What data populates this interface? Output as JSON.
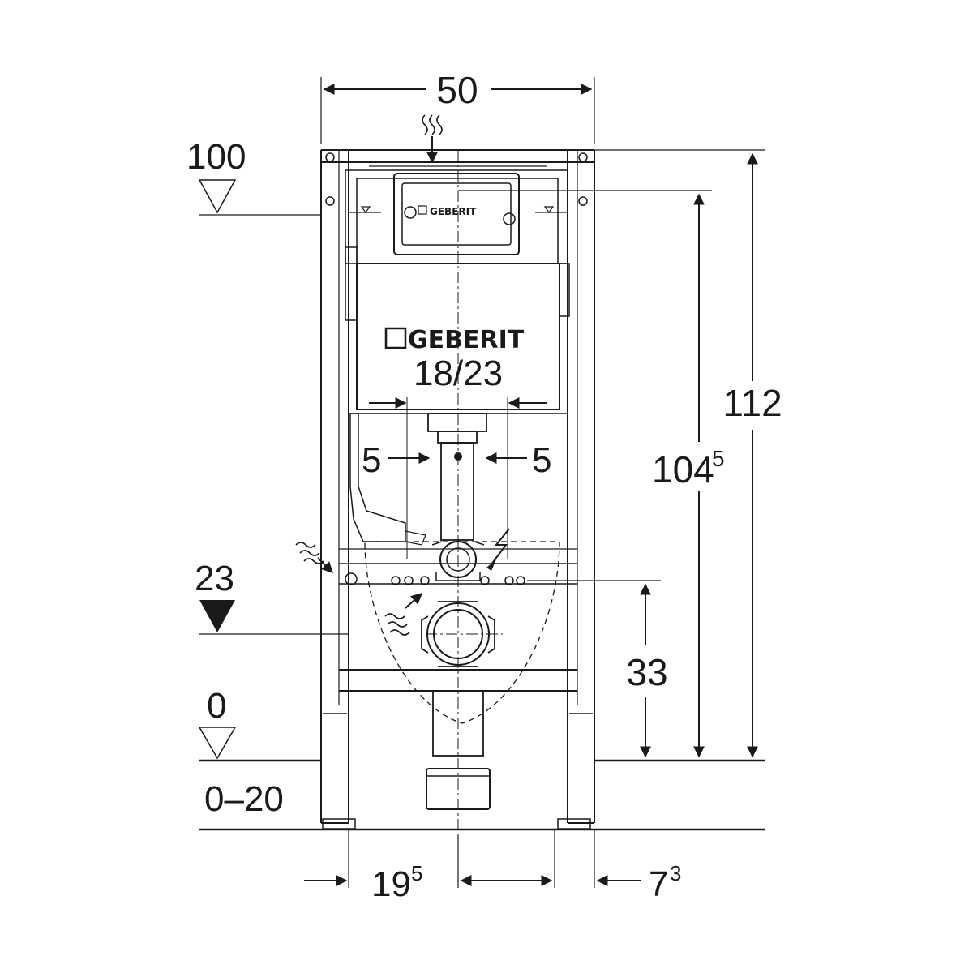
{
  "dimensions": {
    "width": "50",
    "height_total": "112",
    "height_actuation_main": "104",
    "height_actuation_sup": "5",
    "height_supply": "33",
    "cistern_size": "18/23",
    "offset_left": "5",
    "offset_right": "5",
    "left_offset_main": "19",
    "left_offset_sup": "5",
    "right_offset_main": "7",
    "right_offset_sup": "3"
  },
  "levels": {
    "top": "100",
    "supply": "23",
    "floor": "0",
    "floor_range": "0–20"
  },
  "brand": {
    "name": "GEBERIT",
    "plate_name": "GEBERIT"
  },
  "colors": {
    "line": "#1a1a1a",
    "background": "#ffffff"
  }
}
